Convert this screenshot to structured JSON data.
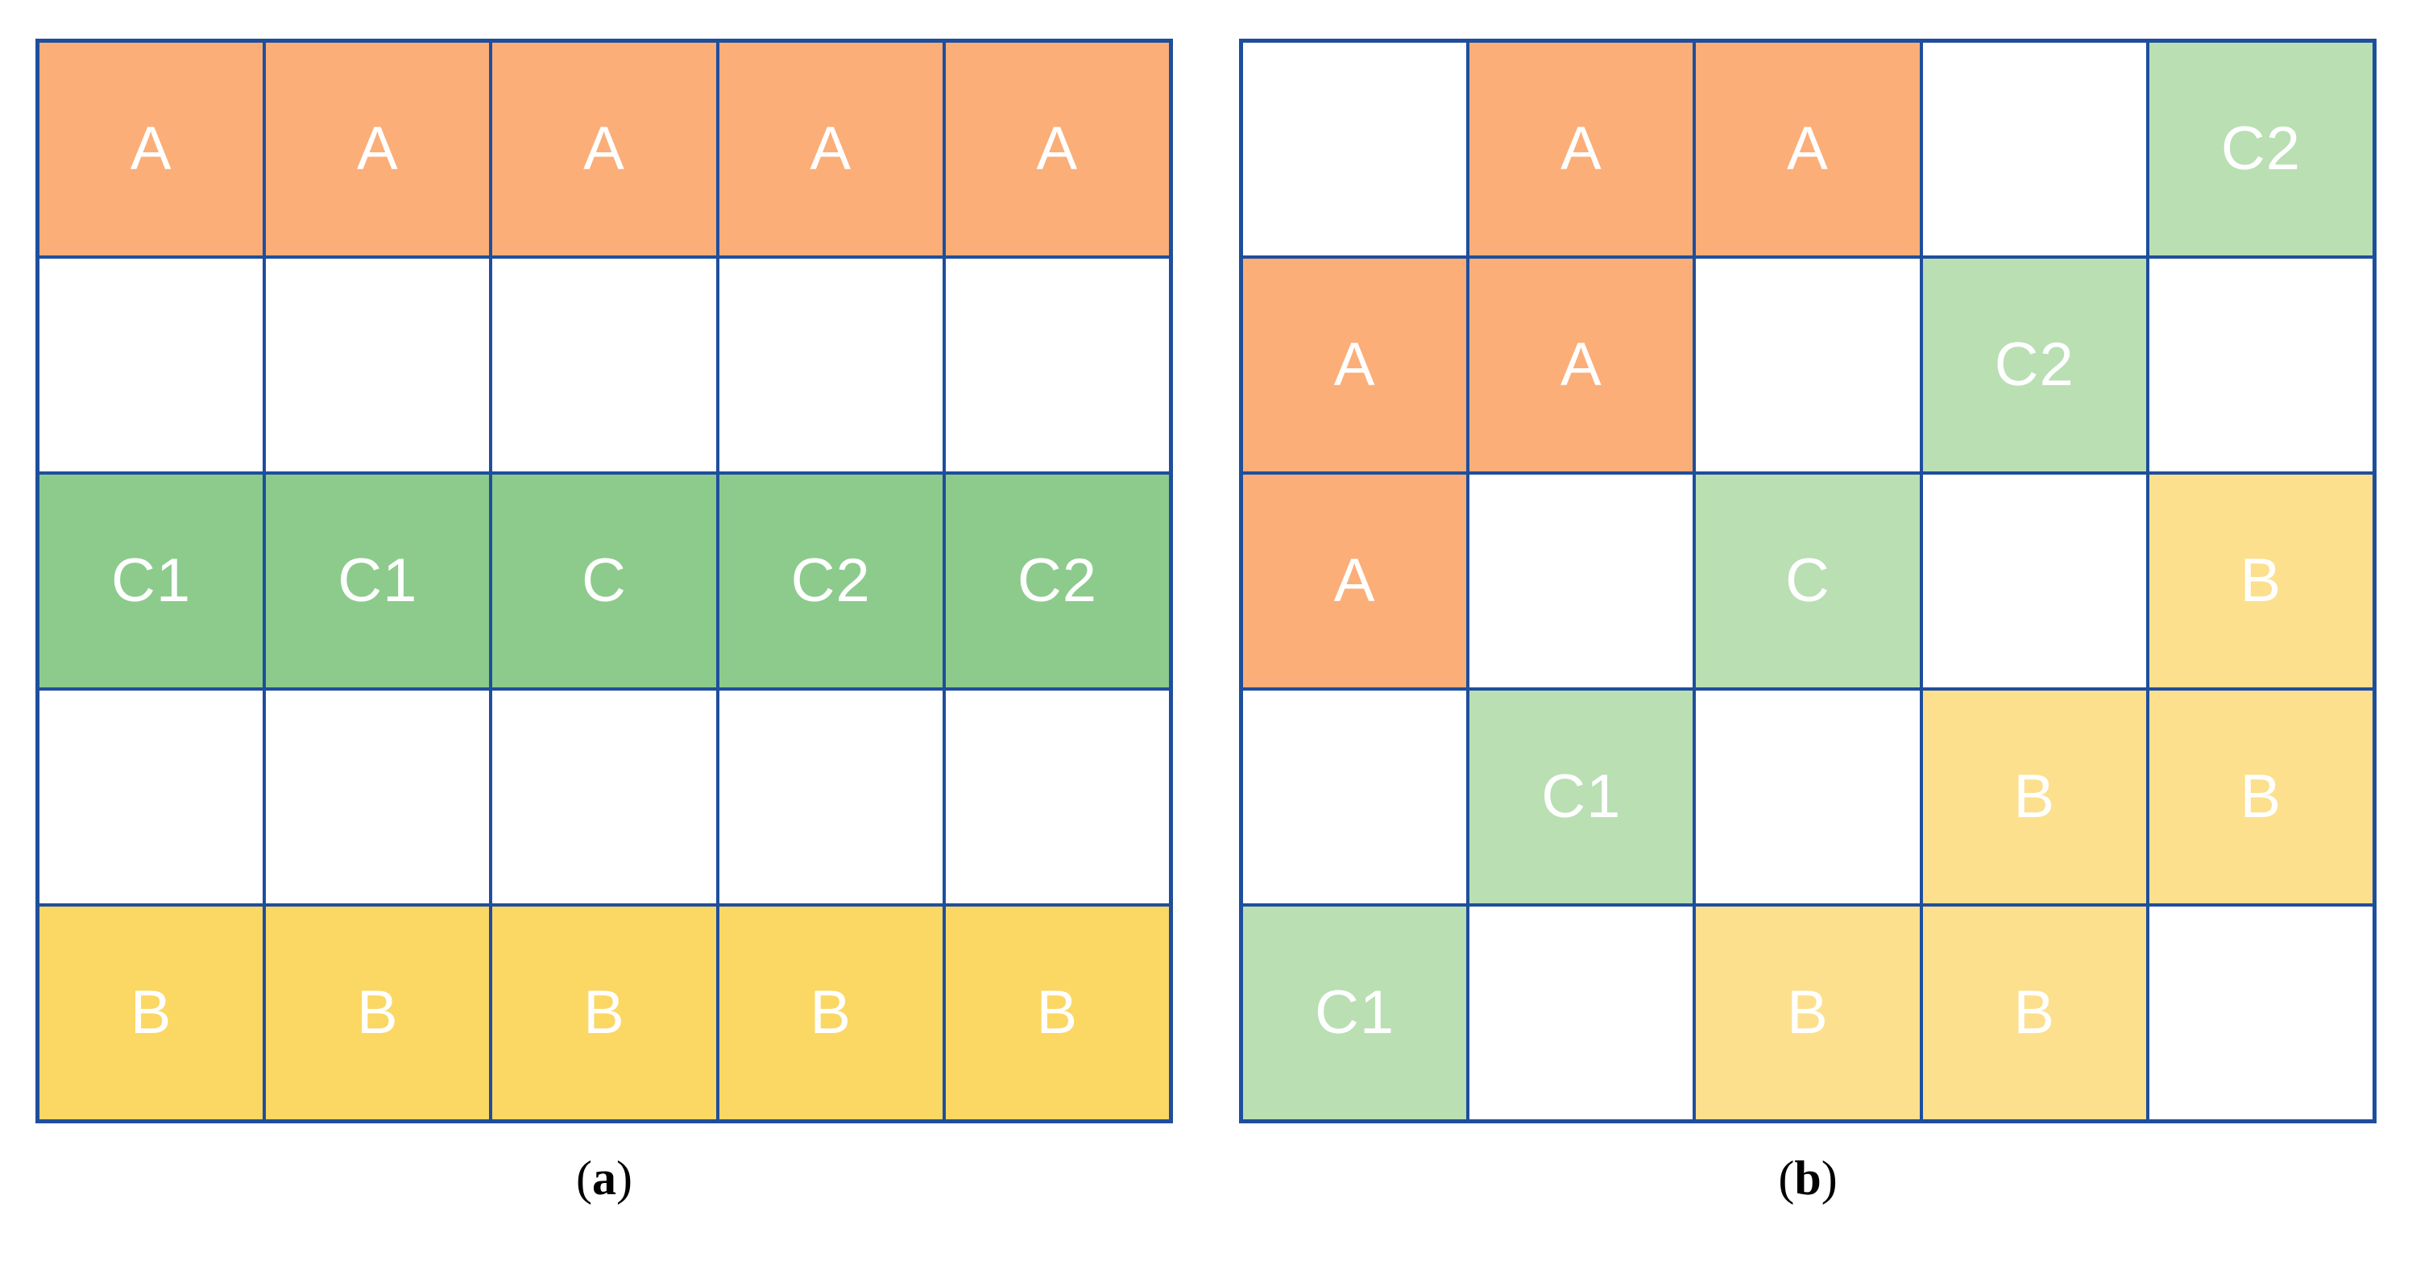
{
  "figure": {
    "background": "#ffffff",
    "border_color": "#1F4E9C",
    "label_color": "#ffffff",
    "palette": {
      "orange": "#FBAE78",
      "green": "#8CCB8C",
      "yellow": "#FBD764",
      "green_light": "#B9DFB3",
      "yellow_light": "#FCE08E",
      "empty": "#ffffff"
    }
  },
  "panels": [
    {
      "id": "a",
      "caption_paren_open": "(",
      "caption_letter": "a",
      "caption_paren_close": ")",
      "rows": 5,
      "cols": 5,
      "cells": [
        [
          {
            "label": "A",
            "fill": "orange"
          },
          {
            "label": "A",
            "fill": "orange"
          },
          {
            "label": "A",
            "fill": "orange"
          },
          {
            "label": "A",
            "fill": "orange"
          },
          {
            "label": "A",
            "fill": "orange"
          }
        ],
        [
          {
            "label": "",
            "fill": "none"
          },
          {
            "label": "",
            "fill": "none"
          },
          {
            "label": "",
            "fill": "none"
          },
          {
            "label": "",
            "fill": "none"
          },
          {
            "label": "",
            "fill": "none"
          }
        ],
        [
          {
            "label": "C1",
            "fill": "green"
          },
          {
            "label": "C1",
            "fill": "green"
          },
          {
            "label": "C",
            "fill": "green"
          },
          {
            "label": "C2",
            "fill": "green"
          },
          {
            "label": "C2",
            "fill": "green"
          }
        ],
        [
          {
            "label": "",
            "fill": "none"
          },
          {
            "label": "",
            "fill": "none"
          },
          {
            "label": "",
            "fill": "none"
          },
          {
            "label": "",
            "fill": "none"
          },
          {
            "label": "",
            "fill": "none"
          }
        ],
        [
          {
            "label": "B",
            "fill": "yellow"
          },
          {
            "label": "B",
            "fill": "yellow"
          },
          {
            "label": "B",
            "fill": "yellow"
          },
          {
            "label": "B",
            "fill": "yellow"
          },
          {
            "label": "B",
            "fill": "yellow"
          }
        ]
      ]
    },
    {
      "id": "b",
      "caption_paren_open": "(",
      "caption_letter": "b",
      "caption_paren_close": ")",
      "rows": 5,
      "cols": 5,
      "cells": [
        [
          {
            "label": "",
            "fill": "none"
          },
          {
            "label": "A",
            "fill": "orange"
          },
          {
            "label": "A",
            "fill": "orange"
          },
          {
            "label": "",
            "fill": "none"
          },
          {
            "label": "C2",
            "fill": "green_light"
          }
        ],
        [
          {
            "label": "A",
            "fill": "orange"
          },
          {
            "label": "A",
            "fill": "orange"
          },
          {
            "label": "",
            "fill": "none"
          },
          {
            "label": "C2",
            "fill": "green_light"
          },
          {
            "label": "",
            "fill": "none"
          }
        ],
        [
          {
            "label": "A",
            "fill": "orange"
          },
          {
            "label": "",
            "fill": "none"
          },
          {
            "label": "C",
            "fill": "green_light"
          },
          {
            "label": "",
            "fill": "none"
          },
          {
            "label": "B",
            "fill": "yellow_light"
          }
        ],
        [
          {
            "label": "",
            "fill": "none"
          },
          {
            "label": "C1",
            "fill": "green_light"
          },
          {
            "label": "",
            "fill": "none"
          },
          {
            "label": "B",
            "fill": "yellow_light"
          },
          {
            "label": "B",
            "fill": "yellow_light"
          }
        ],
        [
          {
            "label": "C1",
            "fill": "green_light"
          },
          {
            "label": "",
            "fill": "none"
          },
          {
            "label": "B",
            "fill": "yellow_light"
          },
          {
            "label": "B",
            "fill": "yellow_light"
          },
          {
            "label": "",
            "fill": "none"
          }
        ]
      ]
    }
  ]
}
